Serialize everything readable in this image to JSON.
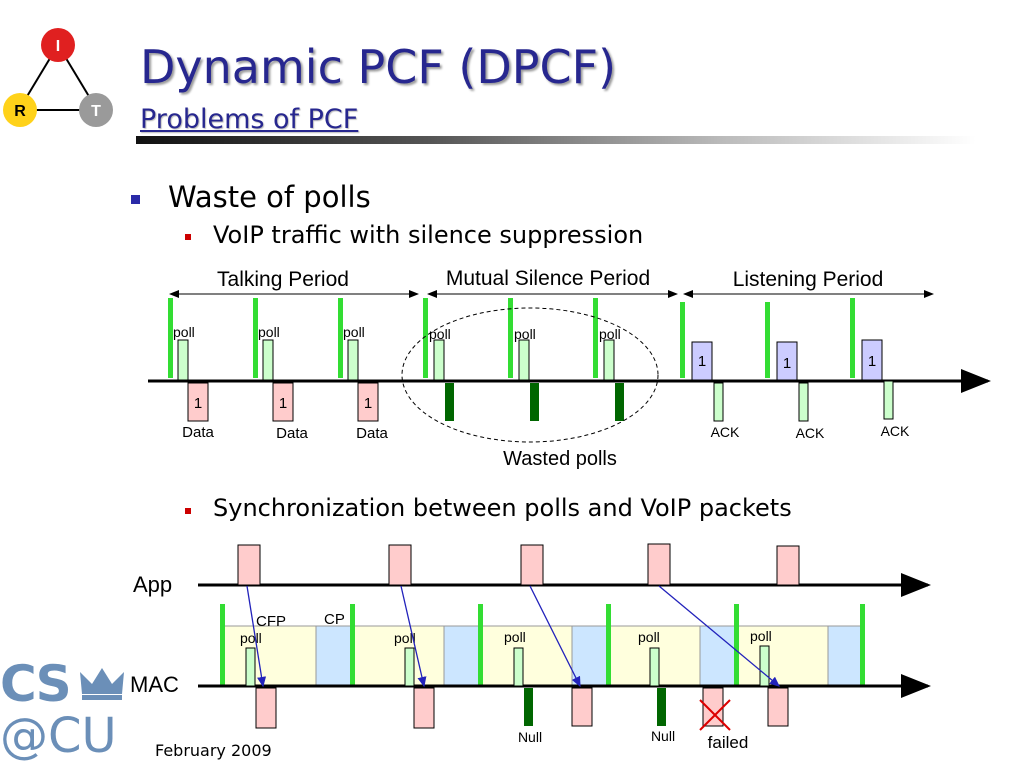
{
  "slide": {
    "title": "Dynamic PCF (DPCF)",
    "subtitle": "Problems of PCF",
    "footer_date": "February 2009",
    "logo_cs": "CS",
    "logo_cu": "@CU",
    "logo_triangle": {
      "top": "I",
      "left": "R",
      "right": "T"
    }
  },
  "bullets": {
    "level1": "Waste of polls",
    "level2a": "VoIP traffic with silence suppression",
    "level2b": "Synchronization between polls and VoIP packets"
  },
  "diagram1": {
    "periods": [
      "Talking Period",
      "Mutual Silence Period",
      "Listening Period"
    ],
    "poll_label": "poll",
    "data_label": "Data",
    "ack_label": "ACK",
    "packet_number": "1",
    "wasted_label": "Wasted polls"
  },
  "diagram2": {
    "app_label": "App",
    "mac_label": "MAC",
    "cfp_label": "CFP",
    "cp_label": "CP",
    "poll_label": "poll",
    "null_label": "Null",
    "failed_label": "failed"
  },
  "colors": {
    "title_blue": "#27278f",
    "beacon_green": "#33dd33",
    "poll_fill": "#ccffcc",
    "data_fill": "#ffcccc",
    "ack_fill": "#ccccff",
    "null_fill": "#006600",
    "cfp_fill": "#ffffdd",
    "cp_fill": "#cce6ff",
    "arrow_blue": "#2222bb",
    "failed_red": "#dd0000"
  }
}
